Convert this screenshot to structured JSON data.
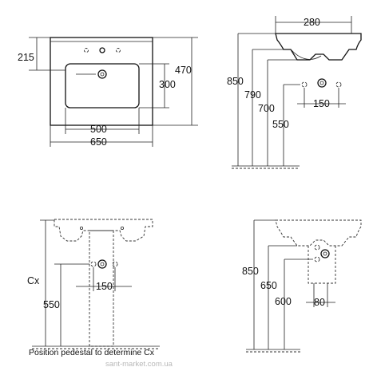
{
  "views": {
    "top": {
      "dims": {
        "depth_outer": "215",
        "width_basin": "500",
        "width_total": "650",
        "depth_total": "470",
        "depth_basin": "300"
      }
    },
    "side_right": {
      "dims": {
        "width_top": "280",
        "h_top": "850",
        "h_underside": "790",
        "h_waste": "700",
        "h_supply": "550",
        "supply_spacing": "150"
      }
    },
    "front_pedestal": {
      "dims": {
        "cx": "Cx",
        "supply_spacing": "150",
        "h_supply": "550"
      },
      "note": "Position pedestal to determine Cx"
    },
    "side_pedestal": {
      "dims": {
        "h_top": "850",
        "h_waste": "650",
        "h_supply": "600",
        "supply_spacing": "80"
      }
    }
  },
  "watermark": "sant-market.com.ua"
}
